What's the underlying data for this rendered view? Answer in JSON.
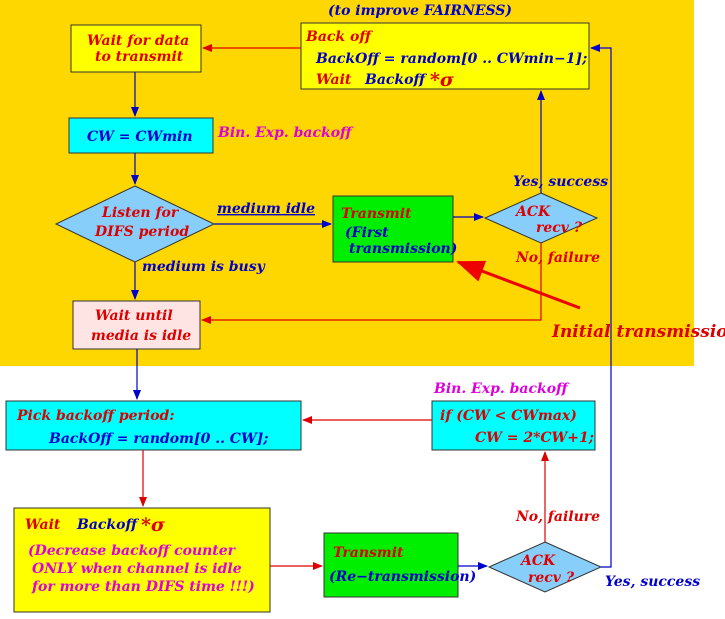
{
  "colors": {
    "background_band": "#ffd700",
    "yellow_box": "#ffff00",
    "cyan_box": "#00ffff",
    "green_box": "#00ee00",
    "pink_box": "#ffe4e4",
    "diamond": "#87cefa",
    "red_text": "#dd0000",
    "blue_text": "#0000cc",
    "magenta_text": "#dd00dd"
  },
  "header": {
    "fairness_note": "(to improve FAIRNESS)"
  },
  "wait_data": {
    "line1": "Wait for data",
    "line2": "to transmit"
  },
  "backoff_box": {
    "title": "Back off",
    "formula": "BackOff = random[0 .. CWmin−1];",
    "wait_label": "Wait",
    "backoff_label": "Backoff",
    "mult_sigma": "*σ"
  },
  "cw_init": {
    "label": "CW = CWmin",
    "side_note": "Bin. Exp. backoff"
  },
  "listen": {
    "line1": "Listen for",
    "line2": "DIFS period"
  },
  "medium_idle": "medium idle",
  "medium_busy": "medium is busy",
  "transmit_first": {
    "title": "Transmit",
    "line2": "(First",
    "line3": "transmission)"
  },
  "ack_top": {
    "line1": "ACK",
    "line2": "recv ?",
    "yes": "Yes, success",
    "no": "No, failure"
  },
  "wait_idle": {
    "line1": "Wait until",
    "line2": "media is idle"
  },
  "initial_tx": "Initial transmission",
  "pick": {
    "title": "Pick backoff period:",
    "formula": "BackOff = random[0 .. CW];"
  },
  "cw_update": {
    "top_note": "Bin. Exp. backoff",
    "line1": "if (CW < CWmax)",
    "line2": "CW = 2*CW+1;"
  },
  "wait_bottom": {
    "wait_label": "Wait",
    "backoff_label": "Backoff",
    "mult_sigma": "*σ",
    "line1": "(Decrease backoff counter",
    "line2": "ONLY when channel is idle",
    "line3": "for more than DIFS time !!!)"
  },
  "transmit_re": {
    "title": "Transmit",
    "line2": "(Re−transmission)"
  },
  "ack_bottom": {
    "line1": "ACK",
    "line2": "recv ?",
    "yes": "Yes, success",
    "no": "No, failure"
  }
}
